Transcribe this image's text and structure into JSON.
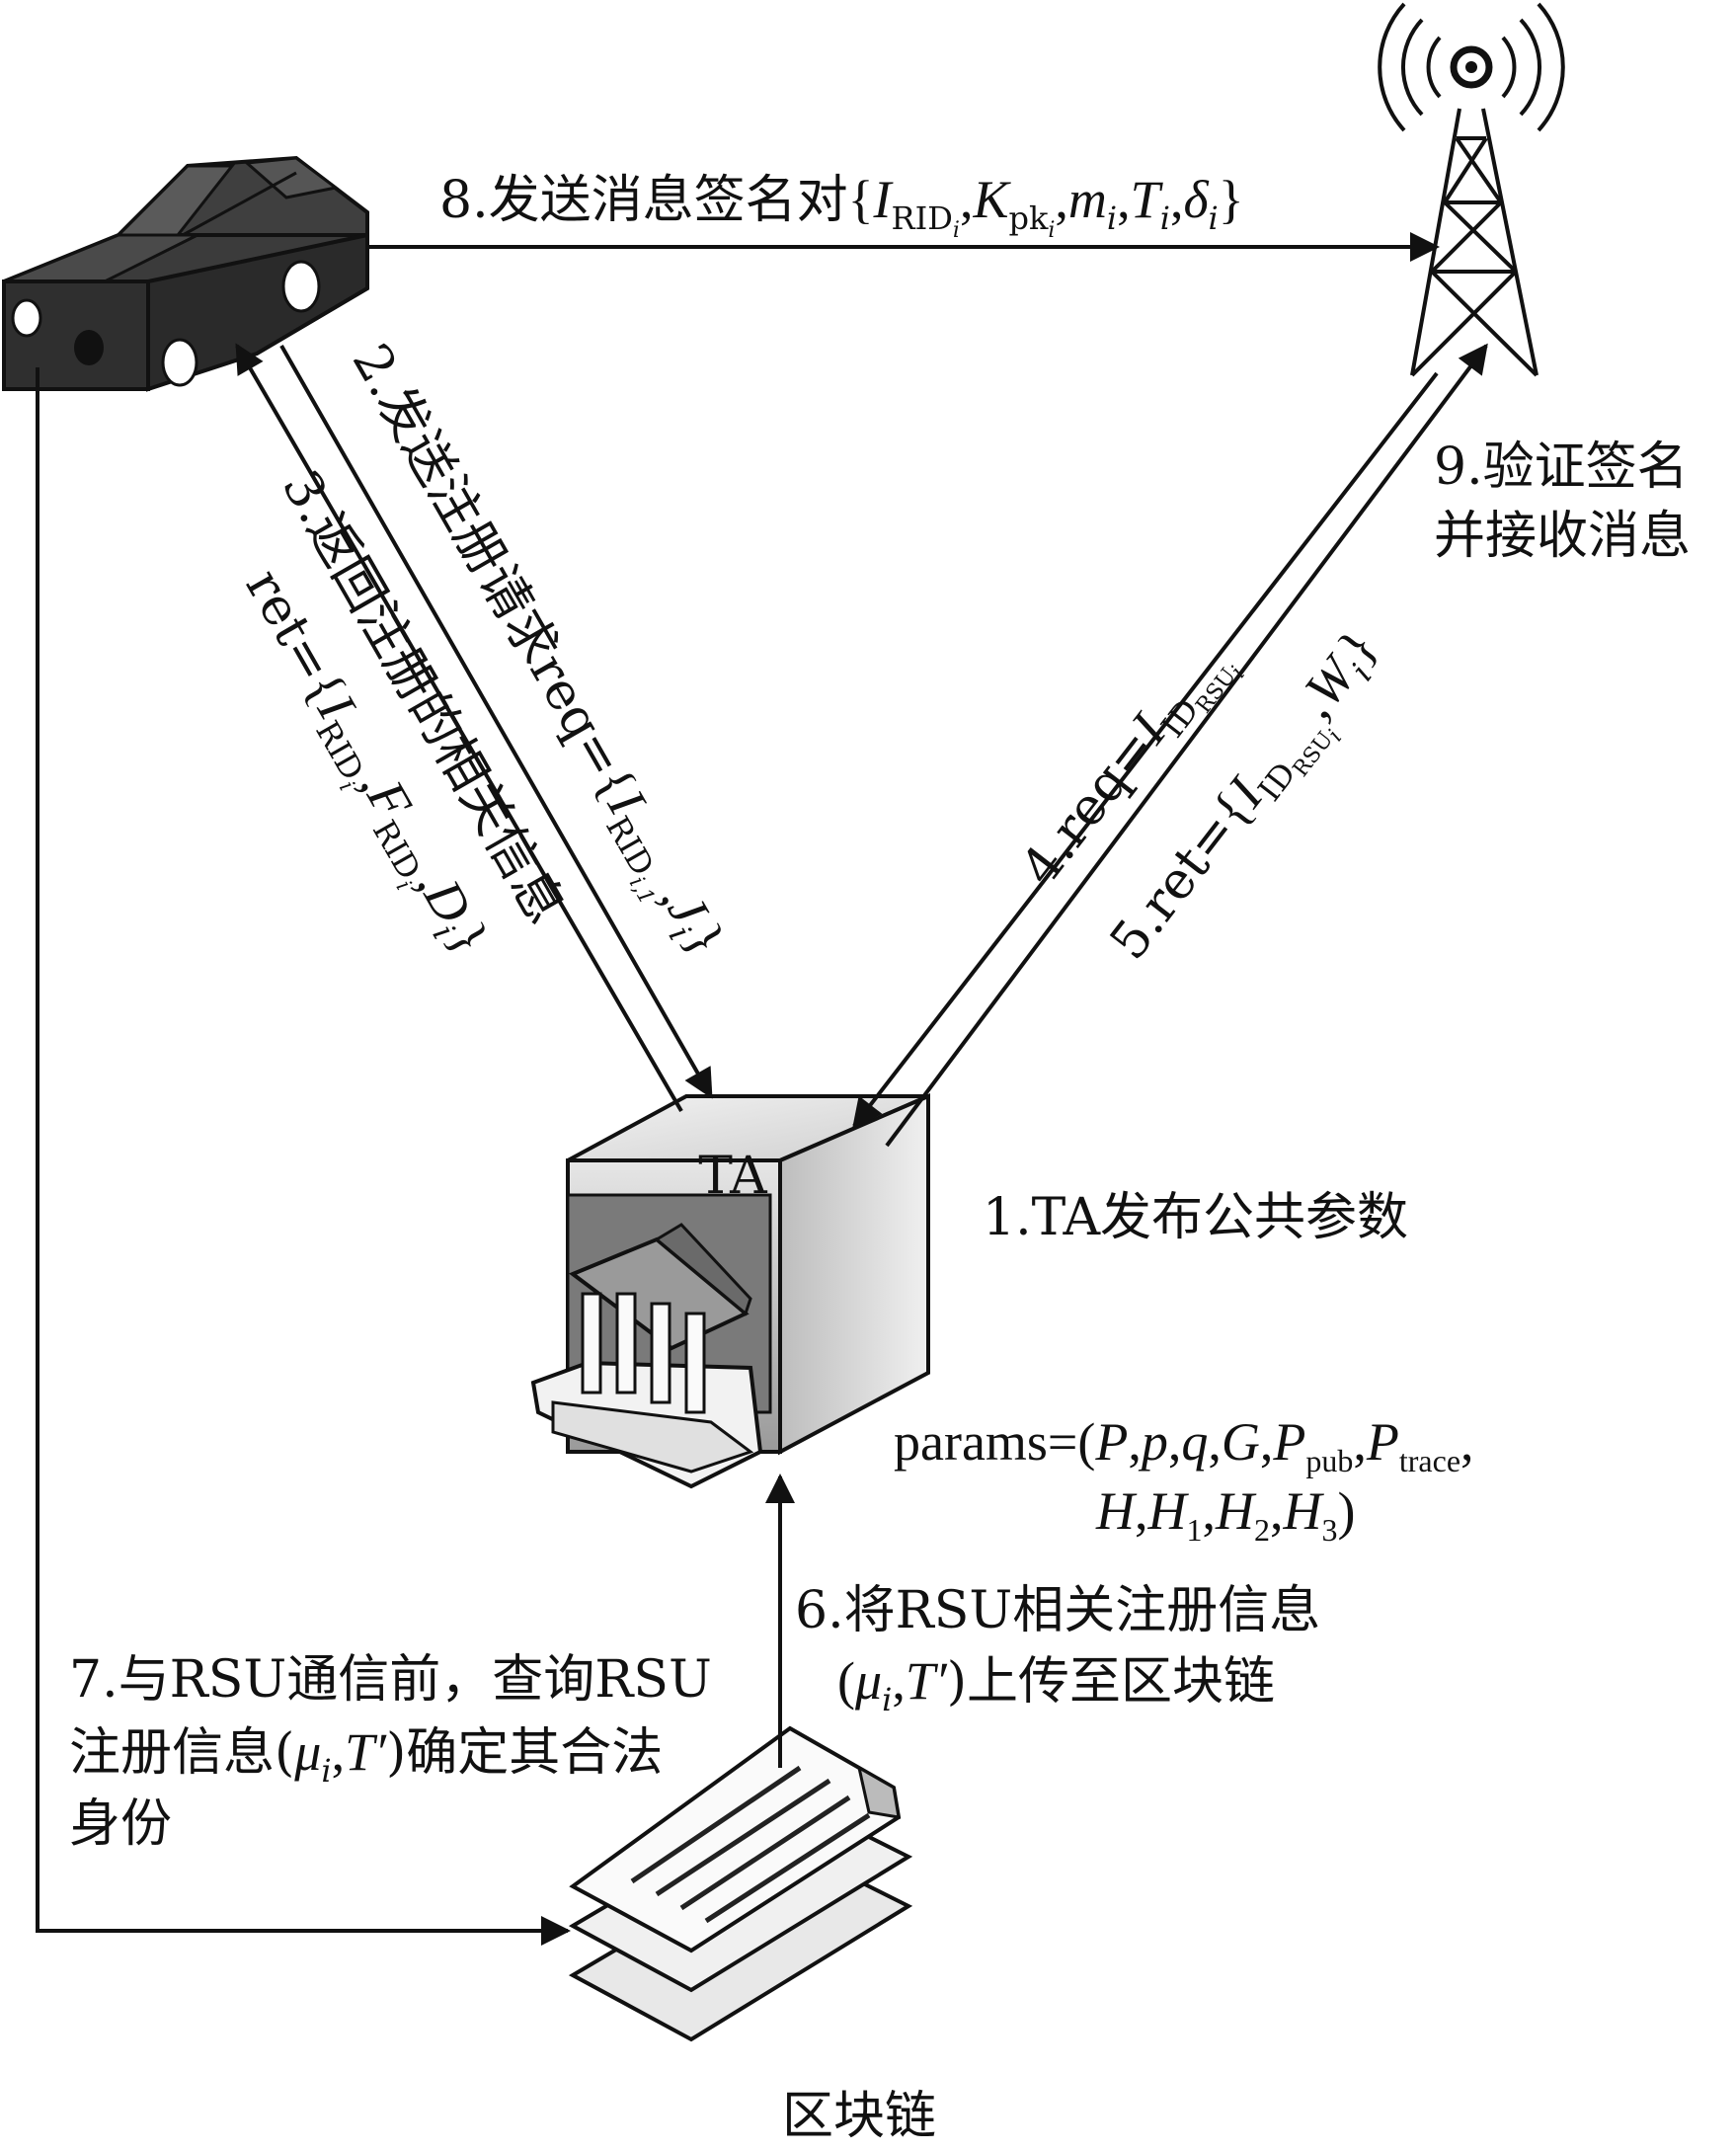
{
  "labels": {
    "step1": "1.TA发布公共参数",
    "step2_prefix": "2.发送注册请求req=",
    "step3_line1": "3.返回注册的相关信息",
    "step3_prefix": "ret=",
    "step4_prefix": "4.req=",
    "step5_prefix": "5.ret=",
    "step6_line1": "6.将RSU相关注册信息",
    "step6_line2_suffix": ")上传至区块链",
    "step7_line1": "7.与RSU通信前，查询RSU",
    "step7_line2_prefix": "注册信息(",
    "step7_line2_suffix": ")确定其合法",
    "step7_line3": "身份",
    "step8_prefix": "8.发送消息签名对",
    "step9_line1": "9.验证签名",
    "step9_line2": "并接收消息",
    "ta_label": "TA",
    "blockchain_label": "区块链",
    "params_prefix": "params=(",
    "params_line2_end": ")"
  },
  "math": {
    "I": "I",
    "K": "K",
    "F": "F",
    "D": "D",
    "W": "W",
    "J": "J",
    "m": "m",
    "T": "T",
    "delta": "δ",
    "mu": "μ",
    "i": "i",
    "i1": "i,1",
    "RID": "RID",
    "pk": "pk",
    "ID": "ID",
    "RSU": "RSU",
    "Tprime": "T′",
    "P": "P",
    "p": "p",
    "q": "q",
    "G": "G",
    "H": "H",
    "pub": "pub",
    "trace": "trace",
    "one": "1",
    "two": "2",
    "three": "3"
  }
}
